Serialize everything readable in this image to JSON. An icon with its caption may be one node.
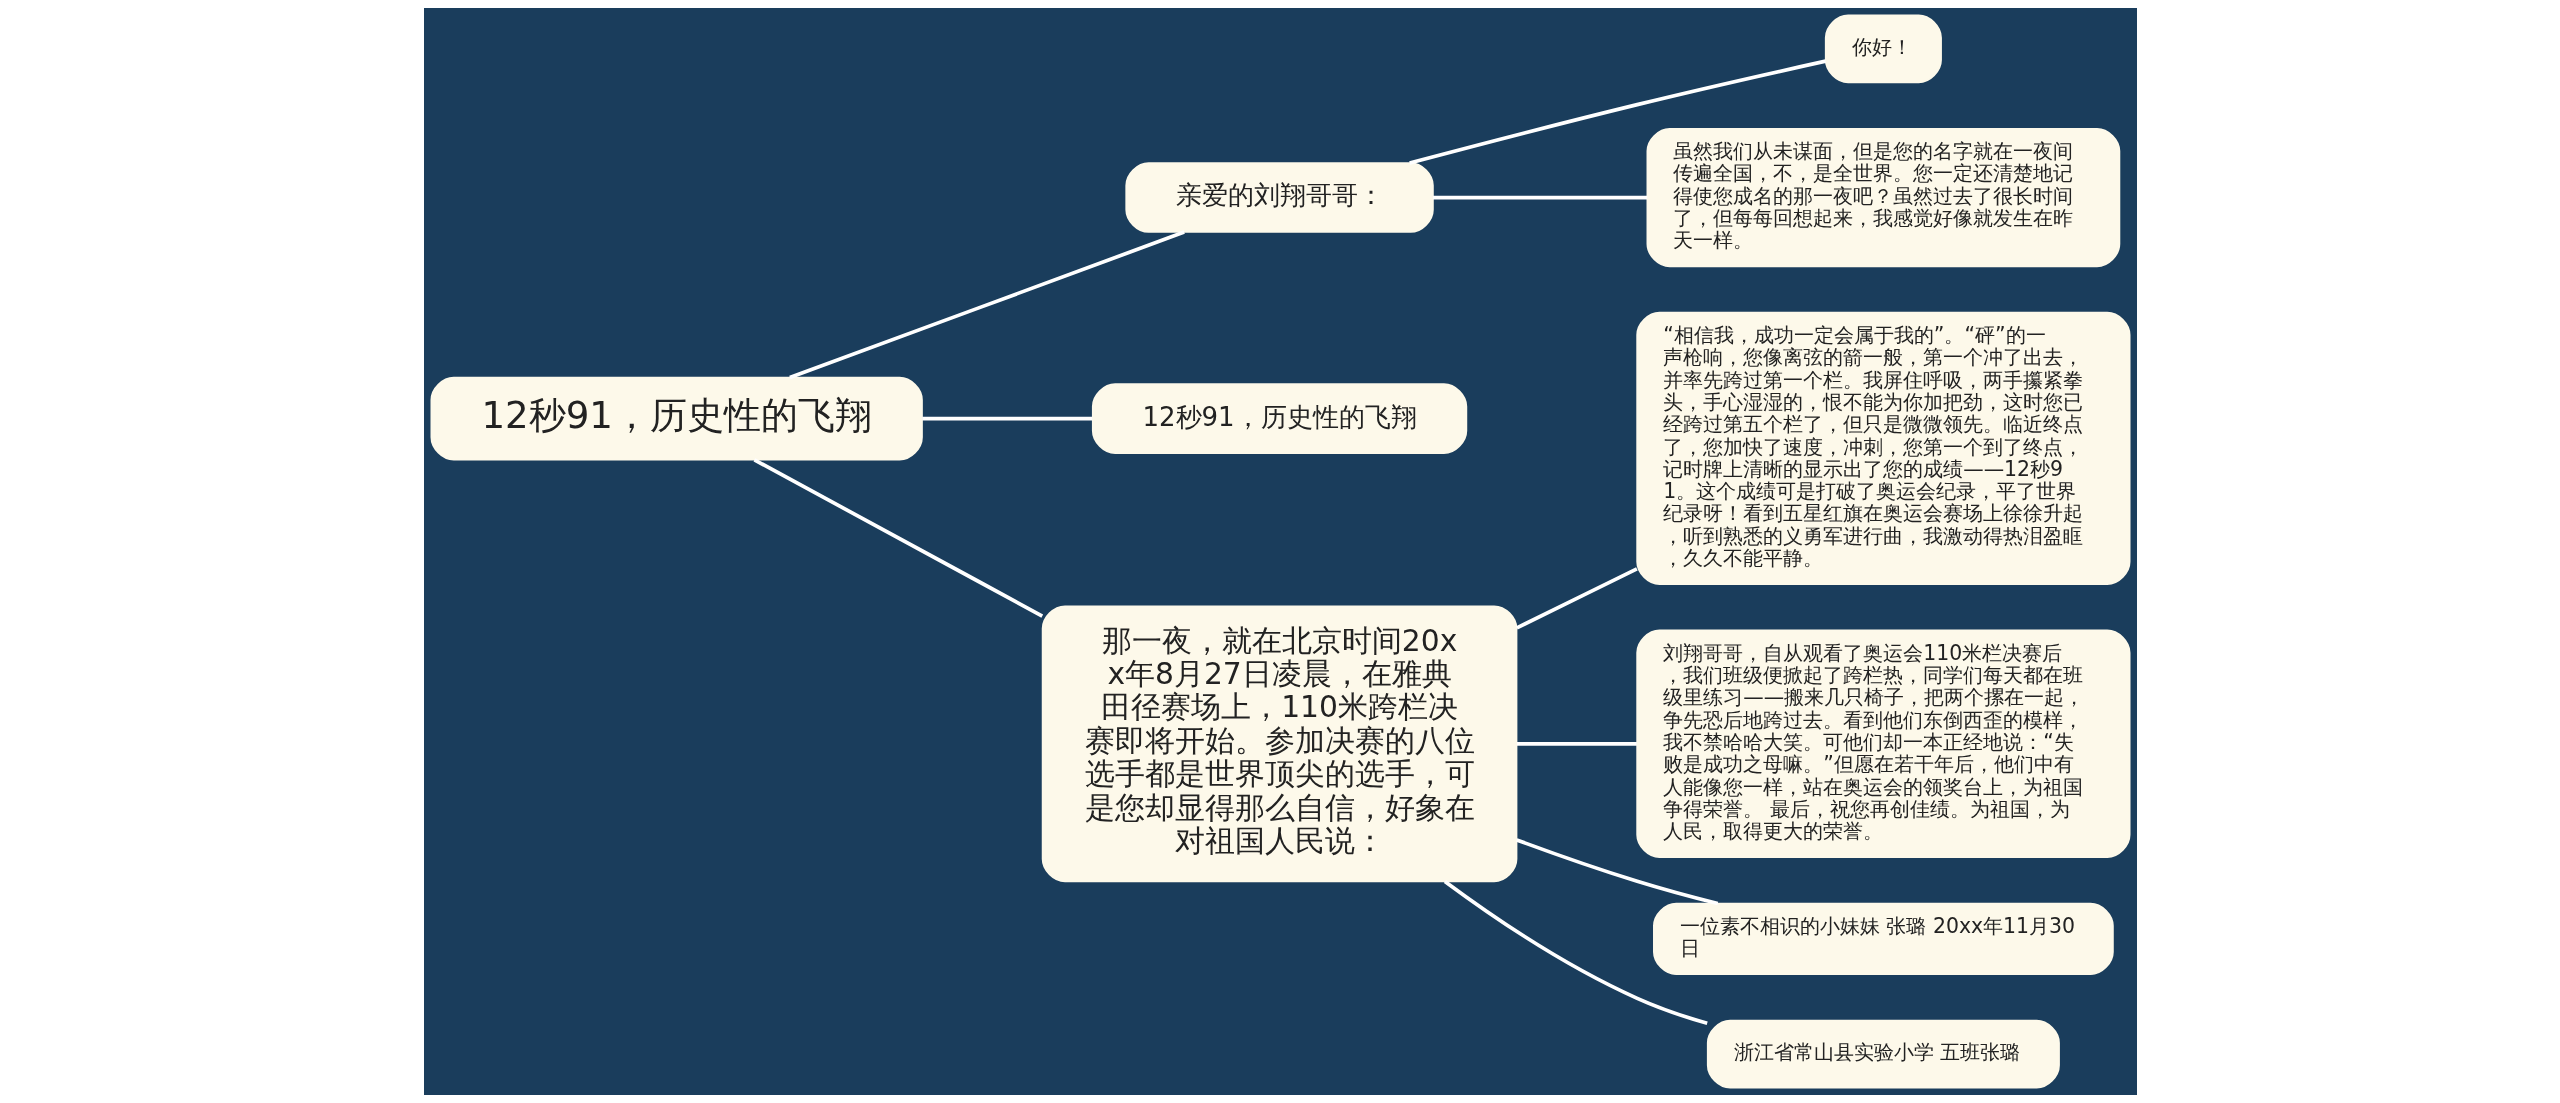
{
  "diagram": {
    "nodes": [
      {
        "text": [
          "12秒91，历史性的飞翔"
        ]
      },
      {
        "text": [
          "亲爱的刘翔哥哥："
        ]
      },
      {
        "text": [
          "你好！"
        ]
      },
      {
        "text": [
          "虽然我们从未谋面，但是您的名字就在一夜间传遍全国，不，是全世界。您一定还清楚地记得使您成名的那一夜吧？虽然过去了很长时间了，但每每回想起来，我感觉好像就发生在昨天一样。"
        ]
      },
      {
        "text": [
          "12秒91，历史性的飞翔"
        ]
      },
      {
        "text": [
          "那一夜，就在北京时间20xx年8月27日凌晨，在雅典田径赛场上，110米跨栏决赛即将开始。参加决赛的八位选手都是世界顶尖的选手，可是您却显得那么自信，好象在对祖国人民说："
        ]
      },
      {
        "text": [
          "“相信我，成功一定会属于我的”。“砰”的一声枪响，您像离弦的箭一般，第一个冲了出去，并率先跨过第一个栏。我屏住呼吸，两手攥紧拳头，手心湿湿的，恨不能为你加把劲，这时您已经跨过第五个栏了，但只是微微领先。临近终点了，您加快了速度，冲刺，您第一个到了终点，记时牌上清晰的显示出了您的成绩——12秒91。这个成绩可是打破了奥运会纪录，平了世界纪录呀！看到五星红旗在奥运会赛场上徐徐升起，听到熟悉的义勇军进行曲，我激动得热泪盈眶，久久不能平静。"
        ]
      },
      {
        "text": [
          "刘翔哥哥，自从观看了奥运会110米栏决赛后，我们班级便掀起了跨栏热，同学们每天都在班级里练习——搬来几只椅子，把两个摞在一起，争先恐后地跨过去。看到他们东倒西歪的模样，我不禁哈哈大笑。可他们却一本正经地说：“失败是成功之母嘛。”但愿在若干年后，他们中有人能像您一样，站在奥运会的领奖台上，为祖国争得荣誉。 最后，祝您再创佳绩。为祖国，为人民，取得更大的荣誉。"
        ]
      },
      {
        "text": [
          "一位素不相识的小妹妹 张璐 20xx年11月30日"
        ]
      },
      {
        "text": [
          "浙江省常山县实验小学 五班张璐"
        ]
      }
    ],
    "edges": [
      {
        "from": 0,
        "to": 1,
        "arrow": "none"
      },
      {
        "from": 1,
        "to": 2,
        "arrow": "none"
      },
      {
        "from": 1,
        "to": 3,
        "arrow": "none"
      },
      {
        "from": 0,
        "to": 4,
        "arrow": "none"
      },
      {
        "from": 0,
        "to": 5,
        "arrow": "none"
      },
      {
        "from": 5,
        "to": 6,
        "arrow": "none"
      },
      {
        "from": 5,
        "to": 7,
        "arrow": "none"
      },
      {
        "from": 5,
        "to": 8,
        "arrow": "none"
      },
      {
        "from": 5,
        "to": 9,
        "arrow": "none"
      }
    ]
  }
}
